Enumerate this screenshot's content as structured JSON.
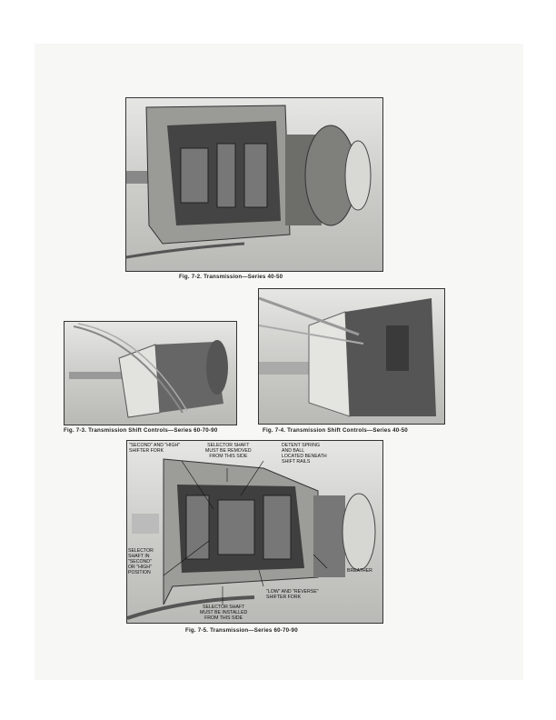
{
  "figures": [
    {
      "caption": "Fig. 7-2.   Transmission—Series 40-50"
    },
    {
      "caption": "Fig. 7-3.  Transmission Shift Controls—Series 60-70-90"
    },
    {
      "caption": "Fig. 7-4.   Transmission Shift Controls—Series 40-50"
    },
    {
      "caption": "Fig. 7-5.   Transmission—Series 60-70-90",
      "callouts": {
        "second_high_fork": "\"SECOND\" AND \"HIGH\"\nSHIFTER FORK",
        "shaft_removed": "SELECTOR SHAFT\nMUST BE REMOVED\nFROM THIS SIDE",
        "detent": "DETENT SPRING\nAND BALL\nLOCATED BENEATH\nSHIFT RAILS",
        "shaft_position": "SELECTOR\nSHAFT IN\n\"SECOND\"\nOR \"HIGH\"\nPOSITION",
        "breather": "BREATHER",
        "low_reverse_fork": "\"LOW\" AND \"REVERSE\"\nSHIFTER FORK",
        "shaft_installed": "SELECTOR SHAFT\nMUST BE INSTALLED\nFROM THIS SIDE"
      }
    }
  ]
}
